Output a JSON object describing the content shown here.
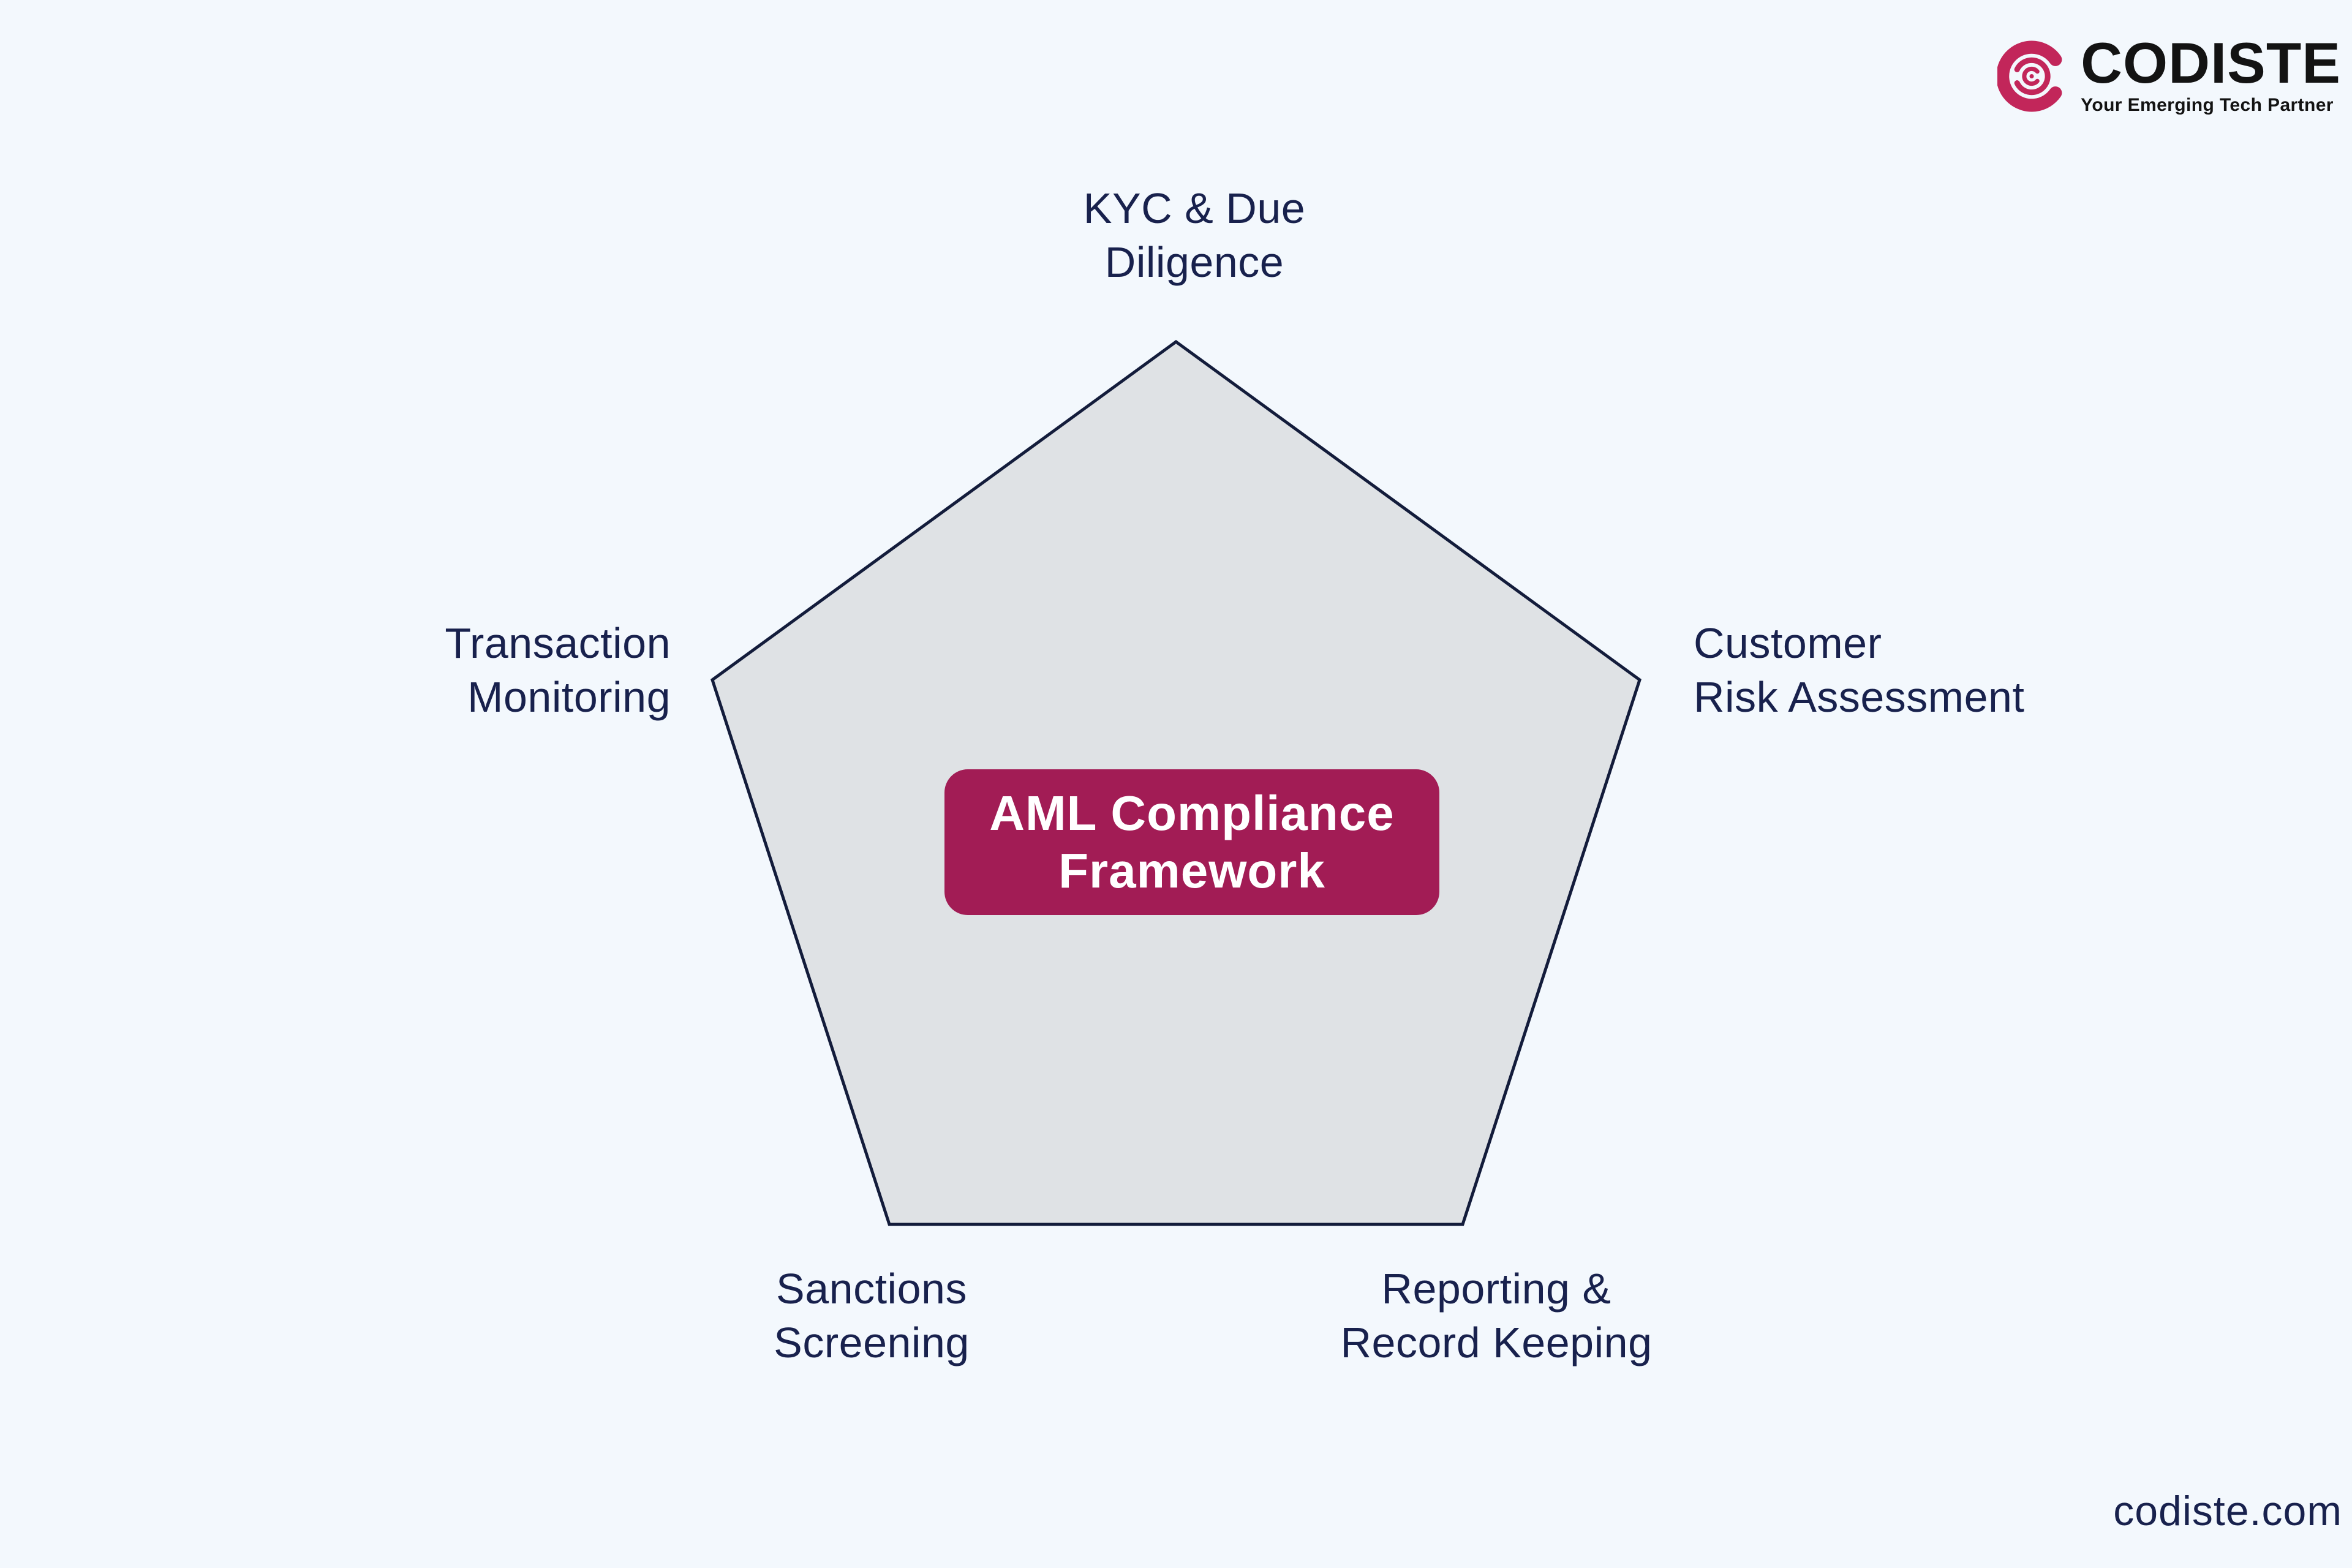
{
  "header": {
    "brand_name": "CODISTE",
    "brand_tagline": "Your Emerging Tech Partner"
  },
  "diagram": {
    "type": "pentagon-concept-diagram",
    "center_label": "AML Compliance\nFramework",
    "nodes": [
      {
        "position": "top",
        "label": "KYC & Due\nDiligence"
      },
      {
        "position": "left",
        "label": "Transaction\nMonitoring"
      },
      {
        "position": "right",
        "label": "Customer\nRisk Assessment"
      },
      {
        "position": "bottom-left",
        "label": "Sanctions\nScreening"
      },
      {
        "position": "bottom-right",
        "label": "Reporting &\nRecord Keeping"
      }
    ]
  },
  "footer": {
    "website": "codiste.com"
  },
  "colors": {
    "background": "#F3F8FD",
    "pentagon_fill": "#DFE2E5",
    "pentagon_stroke": "#131C3B",
    "badge_bg": "#A21C55",
    "badge_text": "#FFFFFF",
    "label_text": "#18214D",
    "brand_pink": "#C2265A"
  }
}
